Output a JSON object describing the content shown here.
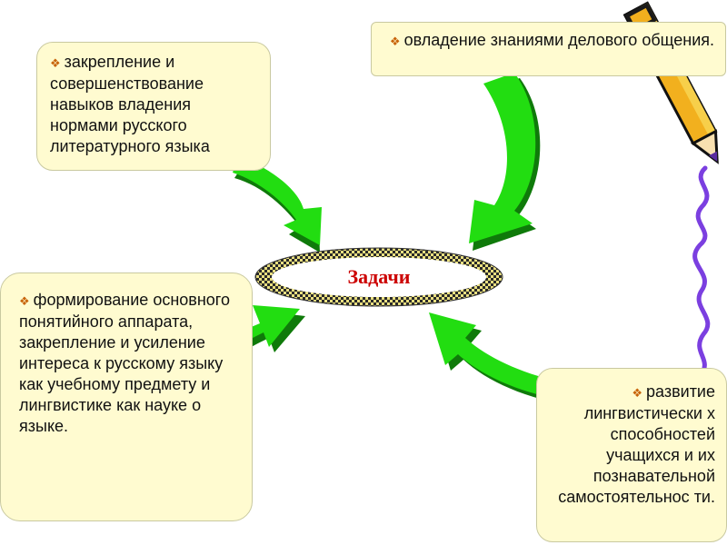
{
  "center": {
    "label": "Задачи"
  },
  "boxes": {
    "top_left": {
      "bullet": "❖",
      "text": "закрепление и совершенствование навыков владения нормами русского литературного языка"
    },
    "top_right": {
      "bullet": "❖",
      "text": "овладение знаниями делового общения."
    },
    "bottom_left": {
      "bullet": "❖",
      "text": "формирование основного понятийного аппарата, закрепление и усиление интереса к русскому языку как учебному предмету и лингвистике как науке о языке."
    },
    "bottom_right": {
      "bullet": "❖",
      "text": "развитие лингвистически х способностей учащихся и их познавательной самостоятельнос ти."
    }
  },
  "colors": {
    "arrow_green": "#22dd11",
    "arrow_dark": "#0f7a0a",
    "box_fill": "#fffbd0",
    "center_text": "#cc0000",
    "scribble": "#7b3fe0"
  }
}
